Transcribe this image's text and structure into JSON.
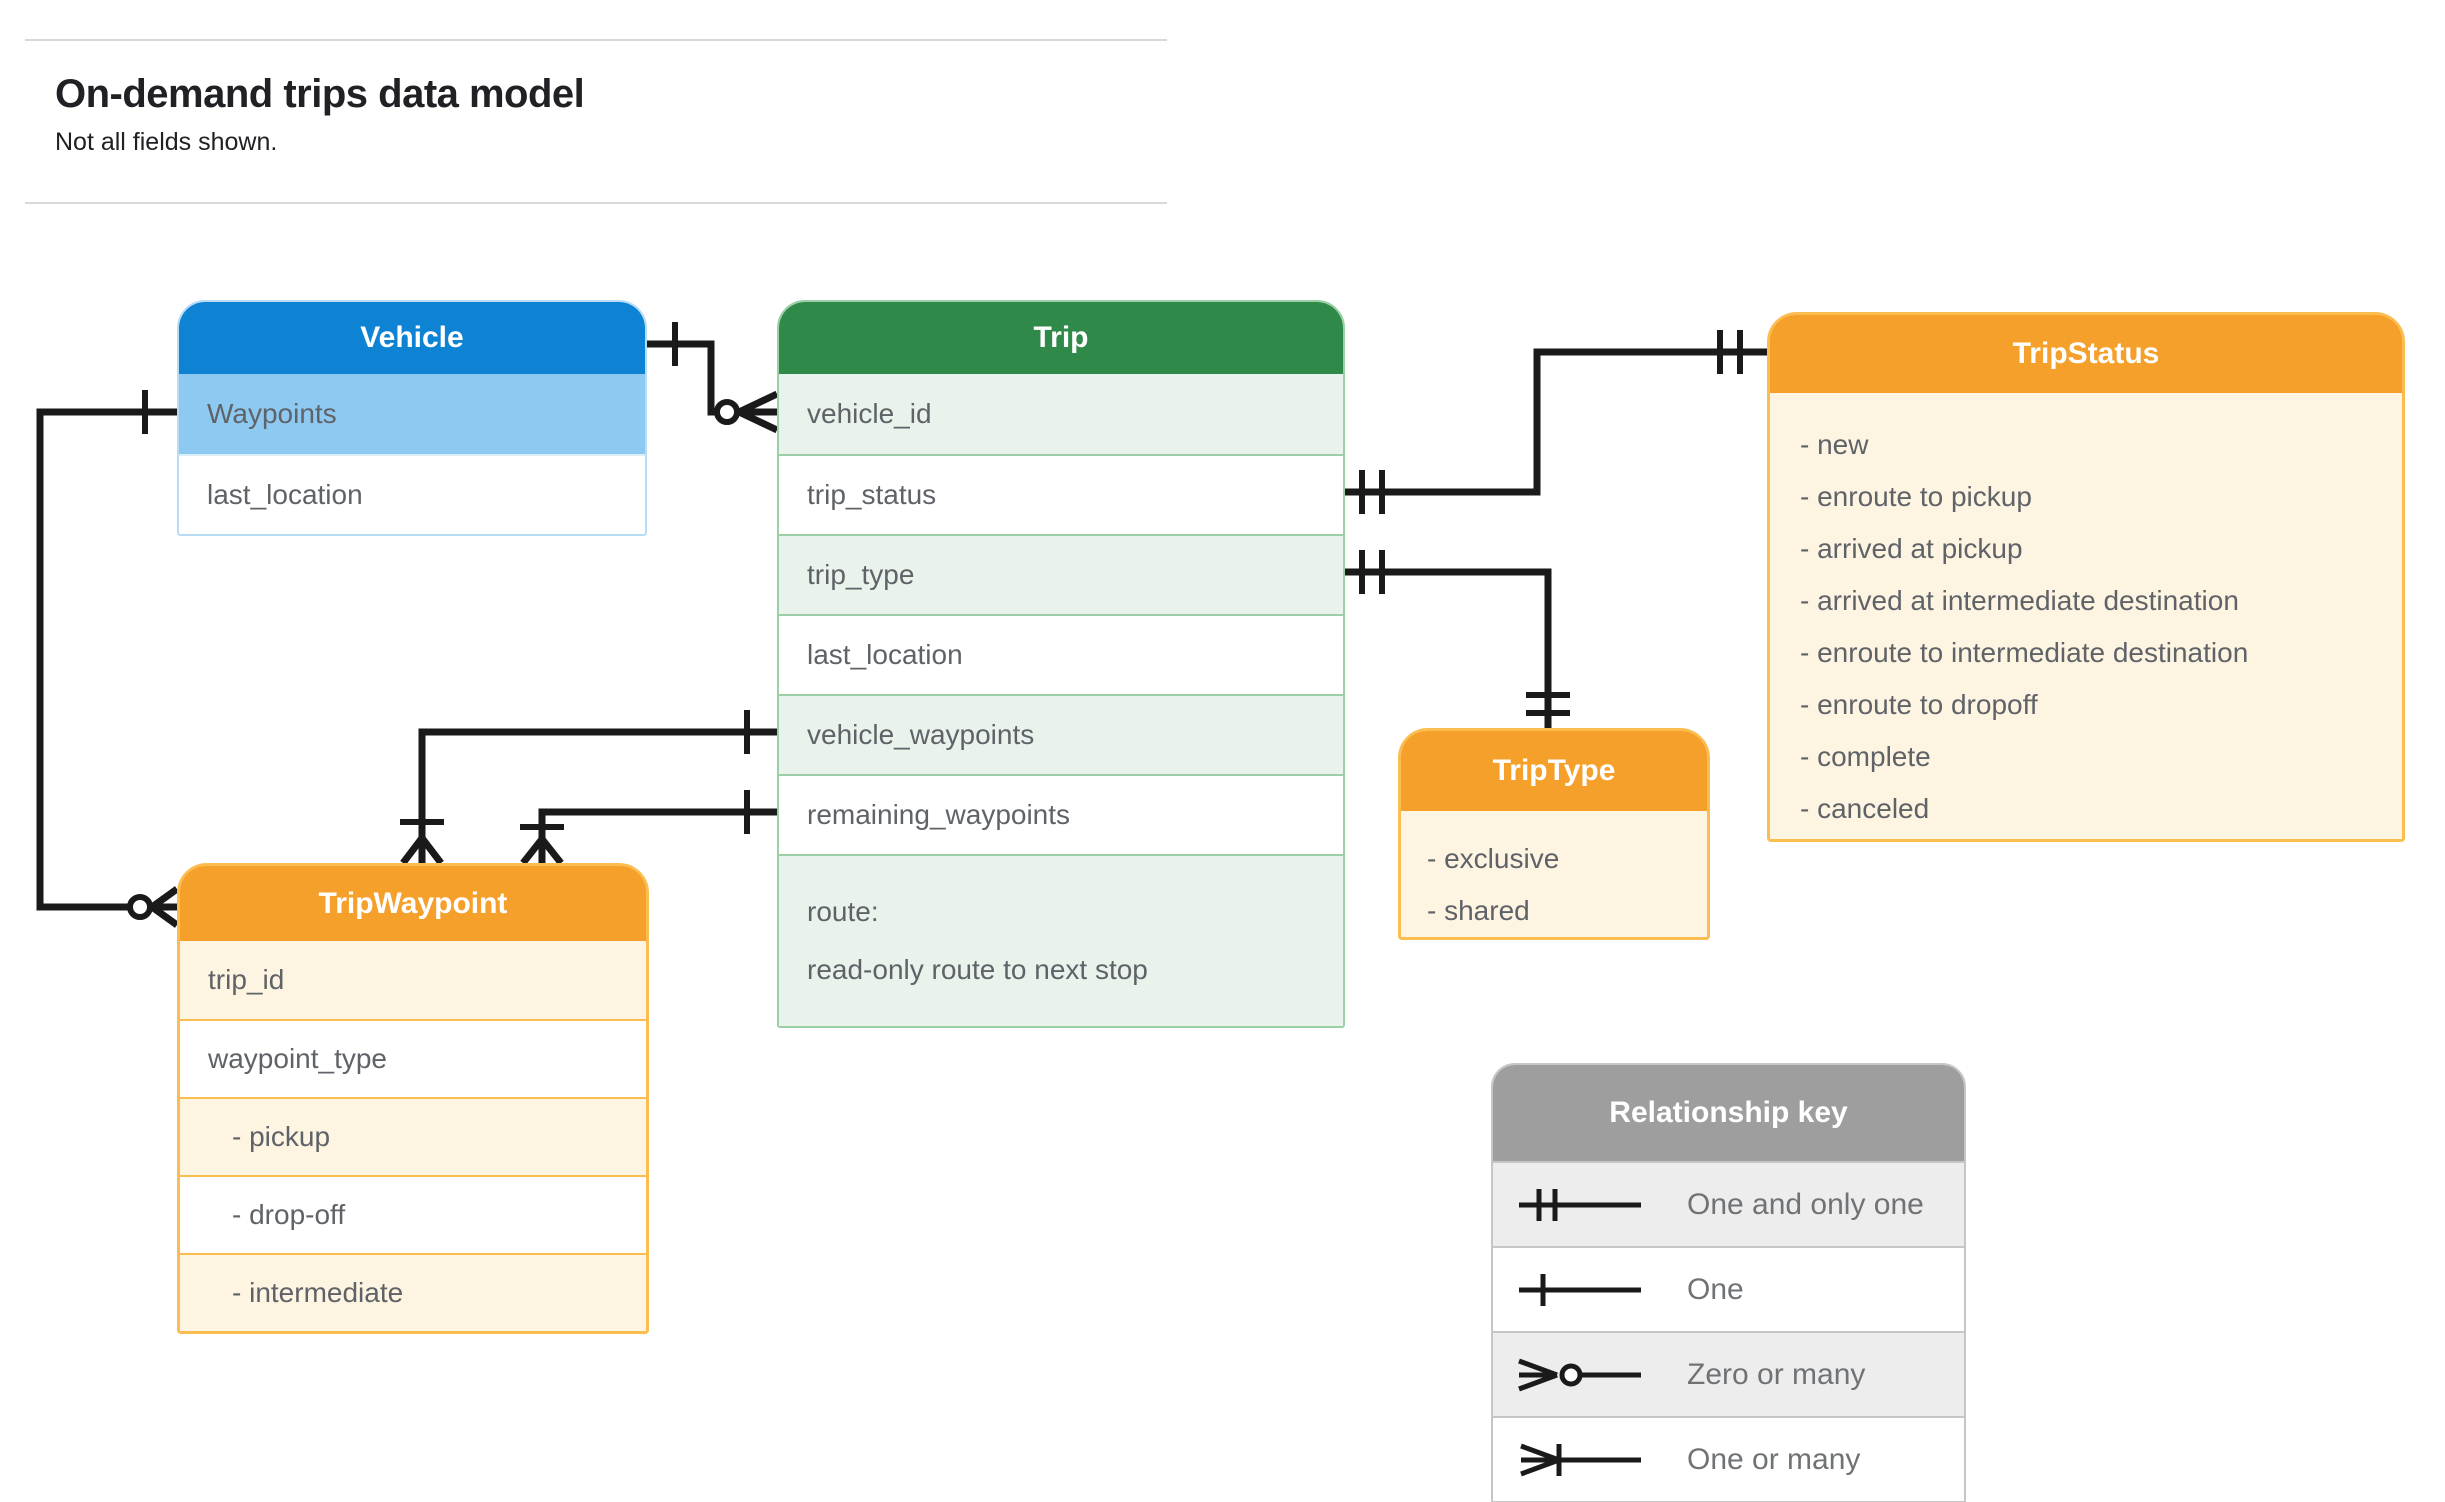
{
  "page": {
    "title": "On-demand trips data model",
    "subtitle": "Not all fields shown."
  },
  "entities": {
    "vehicle": {
      "title": "Vehicle",
      "rows": [
        {
          "label": "Waypoints"
        },
        {
          "label": "last_location"
        }
      ]
    },
    "trip": {
      "title": "Trip",
      "rows": [
        {
          "label": "vehicle_id"
        },
        {
          "label": "trip_status"
        },
        {
          "label": "trip_type"
        },
        {
          "label": "last_location"
        },
        {
          "label": "vehicle_waypoints"
        },
        {
          "label": "remaining_waypoints"
        },
        {
          "label": "route:",
          "sublabel": "read-only route to next stop"
        }
      ]
    },
    "trip_status": {
      "title": "TripStatus",
      "items": [
        "- new",
        "- enroute to pickup",
        "- arrived at pickup",
        "- arrived at intermediate destination",
        "- enroute to intermediate destination",
        "- enroute to dropoff",
        "- complete",
        "- canceled"
      ]
    },
    "trip_type": {
      "title": "TripType",
      "items": [
        "- exclusive",
        "- shared"
      ]
    },
    "trip_waypoint": {
      "title": "TripWaypoint",
      "rows": [
        {
          "label": "trip_id"
        },
        {
          "label": "waypoint_type"
        },
        {
          "label": "- pickup"
        },
        {
          "label": "- drop-off"
        },
        {
          "label": "- intermediate"
        }
      ]
    }
  },
  "legend": {
    "title": "Relationship key",
    "items": [
      {
        "symbol": "one-and-only-one-icon",
        "label": "One and only one"
      },
      {
        "symbol": "one-icon",
        "label": "One"
      },
      {
        "symbol": "zero-or-many-icon",
        "label": "Zero or many"
      },
      {
        "symbol": "one-or-many-icon",
        "label": "One or many"
      }
    ]
  },
  "relationships": [
    {
      "from": "Vehicle",
      "to": "Trip.vehicle_id",
      "from_cardinality": "one",
      "to_cardinality": "zero-or-many"
    },
    {
      "from": "Vehicle.Waypoints",
      "to": "TripWaypoint",
      "from_cardinality": "one",
      "to_cardinality": "zero-or-many"
    },
    {
      "from": "Trip.vehicle_waypoints",
      "to": "TripWaypoint",
      "from_cardinality": "one",
      "to_cardinality": "one-or-many"
    },
    {
      "from": "Trip.remaining_waypoints",
      "to": "TripWaypoint",
      "from_cardinality": "one",
      "to_cardinality": "one-or-many"
    },
    {
      "from": "Trip.trip_status",
      "to": "TripStatus",
      "from_cardinality": "one-and-only-one",
      "to_cardinality": "one-and-only-one"
    },
    {
      "from": "Trip.trip_type",
      "to": "TripType",
      "from_cardinality": "one-and-only-one",
      "to_cardinality": "one-and-only-one"
    }
  ],
  "colors": {
    "vehicle_header": "#0e82d3",
    "vehicle_highlight_row": "#8ec9f2",
    "trip_header": "#2f8a4a",
    "trip_tint_row": "#e9f2eb",
    "enum_header": "#f5a02b",
    "enum_tint_row": "#fdf4e2",
    "enum_border": "#fbbd4f",
    "legend_header": "#9e9e9e",
    "row_text": "#5f6368",
    "connector": "#1a1a1a"
  }
}
